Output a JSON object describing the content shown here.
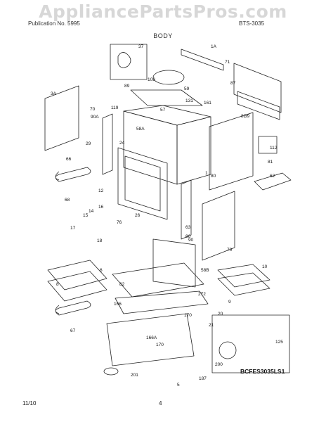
{
  "header": {
    "watermark": "AppliancePartsPros.com",
    "left_text": "Publication No. 5995",
    "right_text": "BTS-3035",
    "section_title": "BODY"
  },
  "callouts": [
    "1",
    "1A",
    "3A",
    "5",
    "6",
    "8",
    "9",
    "10",
    "12",
    "14",
    "15",
    "16",
    "17",
    "18",
    "20",
    "21",
    "24",
    "26",
    "29",
    "37",
    "39",
    "57",
    "58A",
    "58B",
    "59",
    "62",
    "63",
    "66",
    "67",
    "68",
    "70",
    "70",
    "71",
    "76",
    "80",
    "81",
    "81",
    "82",
    "86",
    "87",
    "89",
    "90",
    "90A",
    "108",
    "112",
    "119",
    "125",
    "131",
    "161",
    "166",
    "166A",
    "170",
    "170",
    "187",
    "200",
    "201",
    "272"
  ],
  "model_code": "BCFES3035LS1",
  "footer": {
    "date": "11/10",
    "page": "4"
  }
}
